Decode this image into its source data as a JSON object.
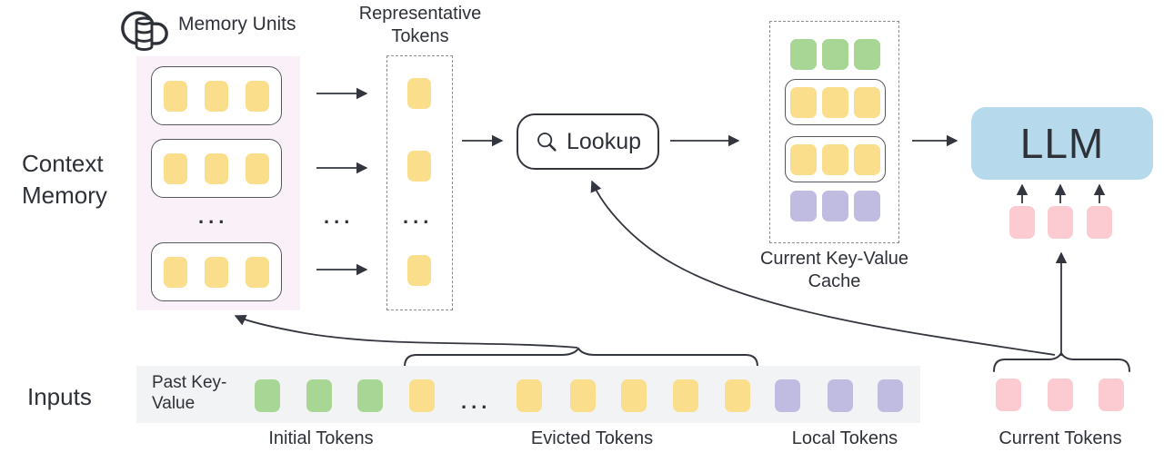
{
  "diagram": {
    "context_memory_label": "Context Memory",
    "inputs_label": "Inputs",
    "memory_units_label": "Memory Units",
    "representative_tokens_label": "Representative Tokens",
    "lookup_label": "Lookup",
    "current_kv_cache_label": "Current Key-Value Cache",
    "llm_label": "LLM",
    "past_key_value_label": "Past Key-Value",
    "initial_tokens_label": "Initial Tokens",
    "evicted_tokens_label": "Evicted Tokens",
    "local_tokens_label": "Local Tokens",
    "current_tokens_label": "Current Tokens",
    "ellipsis": "..."
  },
  "icons": {
    "cloud_database": "cloud-database-icon",
    "magnifier": "search-icon"
  },
  "colors": {
    "yellow_token": "#FADE8C",
    "green_token": "#A8D795",
    "purple_token": "#BFBBE1",
    "pink_token": "#FBCBD1",
    "llm_fill": "#B6DAEC",
    "memory_panel_fill": "#FAF0F8",
    "input_strip_fill": "#F2F3F5",
    "stroke": "#33363E"
  }
}
